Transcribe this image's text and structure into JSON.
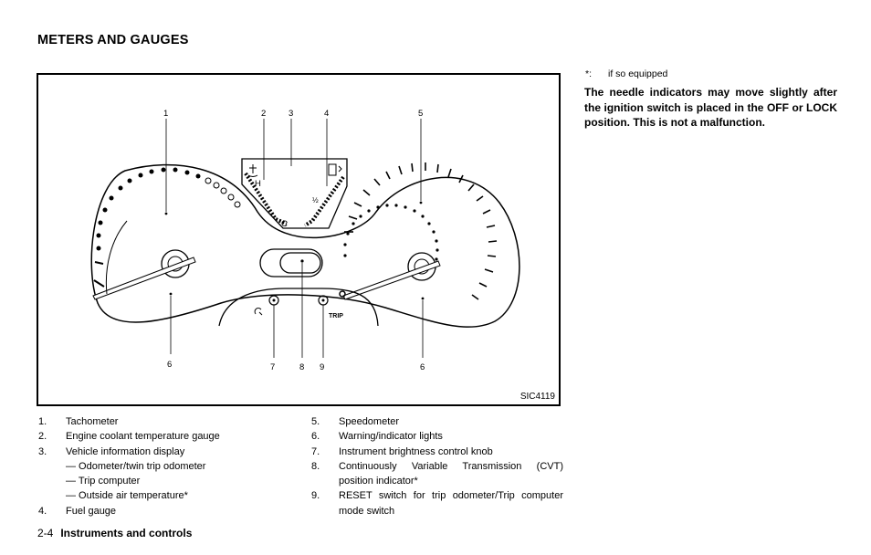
{
  "section_title": "METERS AND GAUGES",
  "figure": {
    "code": "SIC4119",
    "callouts": [
      "1",
      "2",
      "3",
      "4",
      "5",
      "6",
      "7",
      "8",
      "9",
      "6"
    ],
    "gauge_letters": {
      "hot": "H",
      "cold": "C",
      "trip": "TRIP"
    }
  },
  "legend_left": [
    {
      "num": "1.",
      "text": "Tachometer"
    },
    {
      "num": "2.",
      "text": "Engine coolant temperature gauge"
    },
    {
      "num": "3.",
      "text": "Vehicle information display"
    },
    {
      "num": "",
      "text": "— Odometer/twin trip odometer"
    },
    {
      "num": "",
      "text": "— Trip computer"
    },
    {
      "num": "",
      "text": "— Outside air temperature*"
    },
    {
      "num": "4.",
      "text": "Fuel gauge"
    }
  ],
  "legend_right": [
    {
      "num": "5.",
      "text": "Speedometer"
    },
    {
      "num": "6.",
      "text": "Warning/indicator lights"
    },
    {
      "num": "7.",
      "text": "Instrument brightness control knob"
    },
    {
      "num": "8.",
      "text": "Continuously Variable Transmission (CVT) position indicator*"
    },
    {
      "num": "9.",
      "text": "RESET switch for trip odometer/Trip computer mode switch"
    }
  ],
  "footnote": {
    "mark": "*:",
    "text": "if so equipped"
  },
  "notice": "The needle indicators may move slightly after the ignition switch is placed in the OFF or LOCK position. This is not a malfunction.",
  "footer": {
    "page": "2-4",
    "title": "Instruments and controls"
  }
}
